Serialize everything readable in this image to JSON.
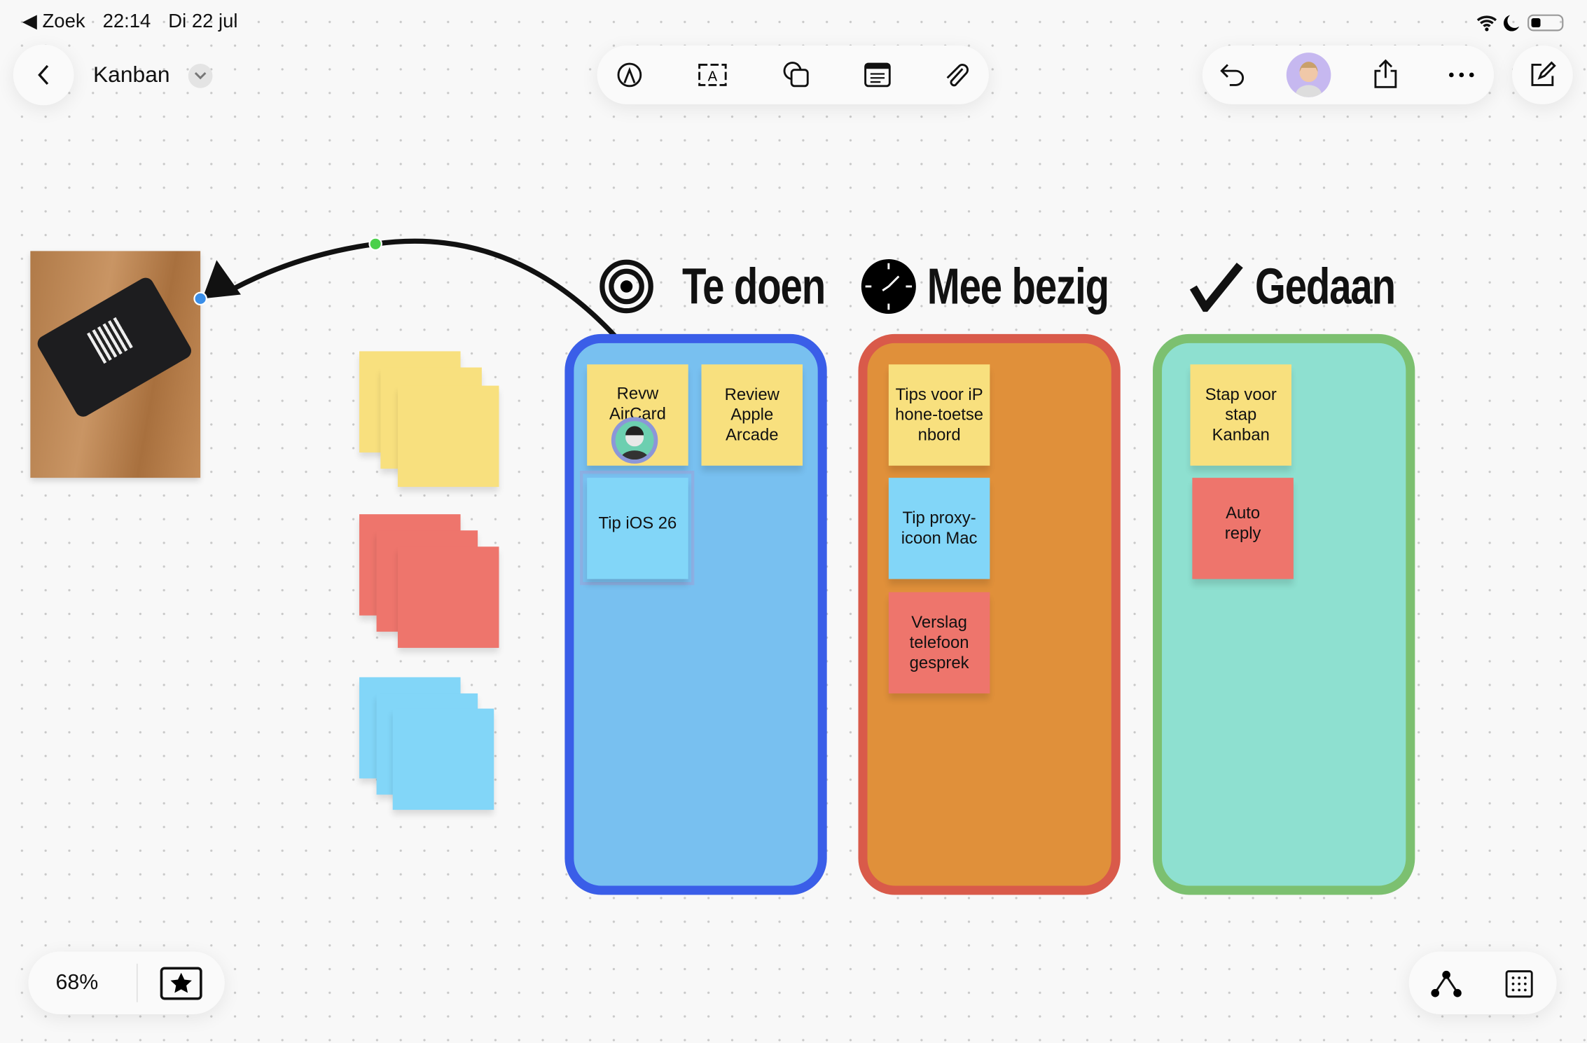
{
  "status_bar": {
    "back_app": "◀ Zoek",
    "time": "22:14",
    "date": "Di 22 jul"
  },
  "header": {
    "title": "Kanban"
  },
  "toolbar": {
    "tools": [
      "pen-icon",
      "text-box-icon",
      "shapes-icon",
      "sticky-note-icon",
      "attachment-icon"
    ]
  },
  "right_toolbar": {
    "actions": [
      "undo-icon",
      "collaborator-avatar",
      "share-icon",
      "more-icon"
    ],
    "compose": "compose-icon"
  },
  "columns": [
    {
      "title": "Te doen",
      "icon": "target-icon",
      "border": "#3a5ee8",
      "fill": "#78c0f0",
      "notes": [
        "Revw AirCard",
        "Review Apple Arcade",
        "Tip iOS 26"
      ]
    },
    {
      "title": "Mee bezig",
      "icon": "clock-icon",
      "border": "#d95a4a",
      "fill": "#e0903a",
      "notes": [
        "Tips voor iPhone-toetsenbord",
        "Tip proxy-icoon Mac",
        "Verslag telefoon gesprek"
      ]
    },
    {
      "title": "Gedaan",
      "icon": "checkmark-icon",
      "border": "#7cc070",
      "fill": "#8ee0d0",
      "notes": [
        "Stap voor stap Kanban",
        "Auto reply"
      ]
    }
  ],
  "sticky_colors": {
    "yellow": "#f8e07e",
    "red": "#ee756c",
    "blue": "#82d6f8"
  },
  "footer": {
    "zoom": "68%"
  }
}
